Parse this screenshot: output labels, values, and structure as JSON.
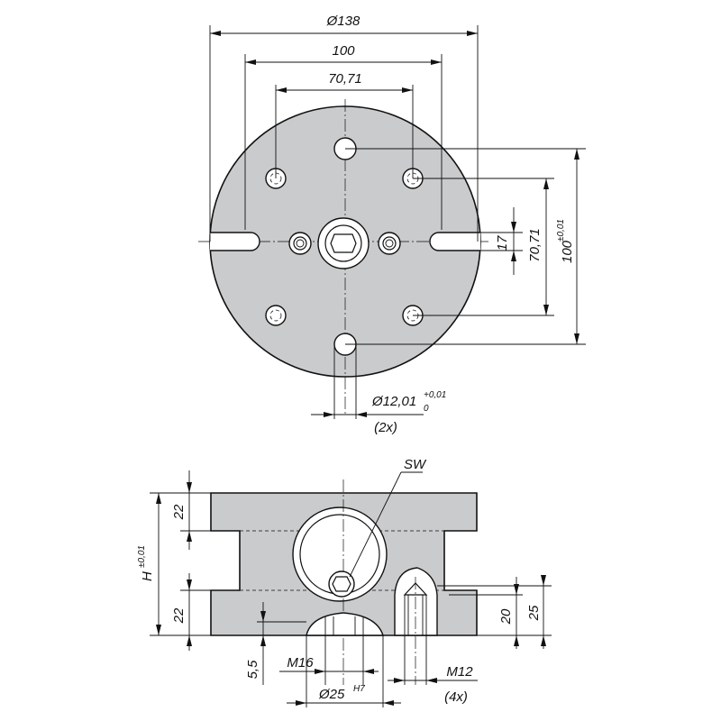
{
  "top_view": {
    "dim_outer_diameter": "Ø138",
    "dim_slot_spacing": "100",
    "dim_hole_spacing": "70,71",
    "dim_slot_width": "17",
    "dim_vertical_hole_spacing": "70,71",
    "dim_vertical_pin_spacing": "100",
    "dim_vertical_pin_tolerance": "±0,01",
    "dim_pin_hole_diameter": "Ø12,01",
    "dim_pin_hole_tol_upper": "+0,01",
    "dim_pin_hole_tol_lower": "0",
    "dim_pin_hole_count": "(2x)"
  },
  "side_view": {
    "label_wrench": "SW",
    "dim_height": "H",
    "dim_height_tolerance": "±0,01",
    "dim_top_step": "22",
    "dim_bottom_step": "22",
    "dim_counterbore_depth": "5,5",
    "dim_center_thread": "M16",
    "dim_bore_diameter": "Ø25",
    "dim_bore_fit": "H7",
    "dim_corner_thread": "M12",
    "dim_corner_thread_count": "(4x)",
    "dim_thread_depth": "20",
    "dim_hole_depth": "25"
  }
}
